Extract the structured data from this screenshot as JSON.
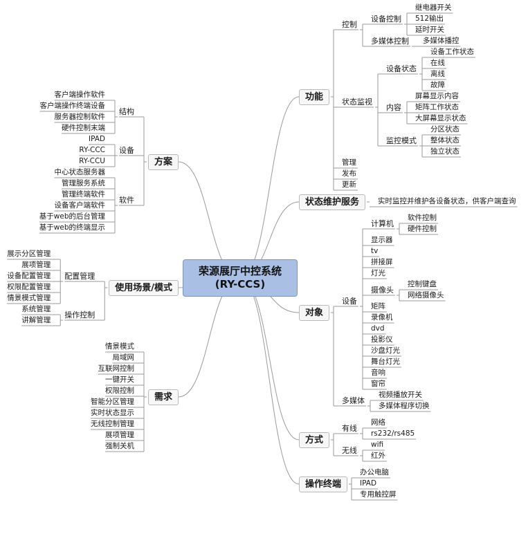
{
  "colors": {
    "root_fill": "#a9bfe3",
    "line": "#9a9a9a"
  },
  "root": {
    "line1": "荣源展厅中控系统",
    "line2": "(RY-CCS)"
  },
  "right": [
    {
      "label": "功能",
      "children": [
        {
          "label": "控制",
          "children": [
            {
              "label": "设备控制",
              "children": [
                {
                  "label": "继电器开关"
                },
                {
                  "label": "512输出"
                },
                {
                  "label": "延时开关"
                }
              ]
            },
            {
              "label": "多媒体控制",
              "children": [
                {
                  "label": "多媒体播控"
                }
              ]
            }
          ]
        },
        {
          "label": "状态监视",
          "children": [
            {
              "label": "设备状态",
              "children": [
                {
                  "label": "设备工作状态"
                },
                {
                  "label": "在线"
                },
                {
                  "label": "离线"
                },
                {
                  "label": "故障"
                }
              ]
            },
            {
              "label": "内容",
              "children": [
                {
                  "label": "屏幕显示内容"
                },
                {
                  "label": "矩阵工作状态"
                },
                {
                  "label": "大屏幕显示状态"
                }
              ]
            },
            {
              "label": "监控模式",
              "children": [
                {
                  "label": "分区状态"
                },
                {
                  "label": "整体状态"
                },
                {
                  "label": "独立状态"
                }
              ]
            }
          ]
        },
        {
          "label": "管理"
        },
        {
          "label": "发布"
        },
        {
          "label": "更新"
        }
      ]
    },
    {
      "label": "状态维护服务",
      "children": [
        {
          "label": "实时监控并维护各设备状态，供客户端查询"
        }
      ]
    },
    {
      "label": "对象",
      "children": [
        {
          "label": "设备",
          "children": [
            {
              "label": "计算机",
              "children": [
                {
                  "label": "软件控制"
                },
                {
                  "label": "硬件控制"
                }
              ]
            },
            {
              "label": "显示器"
            },
            {
              "label": "tv"
            },
            {
              "label": "拼接屏"
            },
            {
              "label": "灯光"
            },
            {
              "label": "摄像头",
              "children": [
                {
                  "label": "控制键盘"
                },
                {
                  "label": "网络摄像头"
                }
              ]
            },
            {
              "label": "矩阵"
            },
            {
              "label": "录像机"
            },
            {
              "label": "dvd"
            },
            {
              "label": "投影仪"
            },
            {
              "label": "沙盘灯光"
            },
            {
              "label": "舞台灯光"
            },
            {
              "label": "音响"
            },
            {
              "label": "窗帘"
            }
          ]
        },
        {
          "label": "多媒体",
          "children": [
            {
              "label": "视频播放开关"
            },
            {
              "label": "多媒体程序切换"
            }
          ]
        }
      ]
    },
    {
      "label": "方式",
      "children": [
        {
          "label": "有线",
          "children": [
            {
              "label": "网络"
            },
            {
              "label": "rs232/rs485"
            }
          ]
        },
        {
          "label": "无线",
          "children": [
            {
              "label": "wifi"
            },
            {
              "label": "红外"
            }
          ]
        }
      ]
    },
    {
      "label": "操作终端",
      "children": [
        {
          "label": "办公电脑"
        },
        {
          "label": "IPAD"
        },
        {
          "label": "专用触控屏"
        }
      ]
    }
  ],
  "left": [
    {
      "label": "方案",
      "children": [
        {
          "label": "结构",
          "children": [
            {
              "label": "客户端操作软件"
            },
            {
              "label": "客户端操作终端设备"
            },
            {
              "label": "服务器控制软件"
            },
            {
              "label": "硬件控制末端"
            }
          ]
        },
        {
          "label": "设备",
          "children": [
            {
              "label": "IPAD"
            },
            {
              "label": "RY-CCC"
            },
            {
              "label": "RY-CCU"
            }
          ]
        },
        {
          "label": "软件",
          "children": [
            {
              "label": "中心状态服务器"
            },
            {
              "label": "管理服务系统"
            },
            {
              "label": "管理终端软件"
            },
            {
              "label": "设备客户端软件"
            },
            {
              "label": "基于web的后台管理"
            },
            {
              "label": "基于web的终端显示"
            }
          ]
        }
      ]
    },
    {
      "label": "使用场景/模式",
      "children": [
        {
          "label": "配置管理",
          "children": [
            {
              "label": "展示分区管理"
            },
            {
              "label": "展项管理"
            },
            {
              "label": "设备配置管理"
            },
            {
              "label": "权限配置管理"
            },
            {
              "label": "情景模式管理"
            }
          ]
        },
        {
          "label": "操作控制",
          "children": [
            {
              "label": "系统管理"
            },
            {
              "label": "讲解管理"
            }
          ]
        }
      ]
    },
    {
      "label": "需求",
      "children": [
        {
          "label": "情景模式"
        },
        {
          "label": "局域网"
        },
        {
          "label": "互联网控制"
        },
        {
          "label": "一键开关"
        },
        {
          "label": "权限控制"
        },
        {
          "label": "智能分区管理"
        },
        {
          "label": "实时状态显示"
        },
        {
          "label": "无线控制管理"
        },
        {
          "label": "展项管理"
        },
        {
          "label": "强制关机"
        }
      ]
    }
  ]
}
